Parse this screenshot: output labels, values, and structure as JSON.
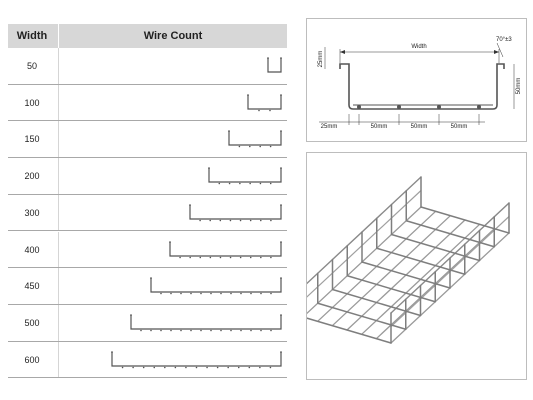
{
  "table": {
    "headers": {
      "width": "Width",
      "wire_count": "Wire Count"
    },
    "rows": [
      {
        "width": "50"
      },
      {
        "width": "100"
      },
      {
        "width": "150"
      },
      {
        "width": "200"
      },
      {
        "width": "300"
      },
      {
        "width": "400"
      },
      {
        "width": "450"
      },
      {
        "width": "500"
      },
      {
        "width": "600"
      }
    ]
  },
  "drawing": {
    "width_label": "Width",
    "angle_label": "70°±3",
    "height_left": "25mm",
    "height_right": "50mm",
    "bottom_dims": [
      "25mm",
      "50mm",
      "50mm",
      "50mm"
    ]
  },
  "colors": {
    "header_bg": "#d7d7d7",
    "line": "#555555",
    "frame": "#bdbdbd"
  }
}
